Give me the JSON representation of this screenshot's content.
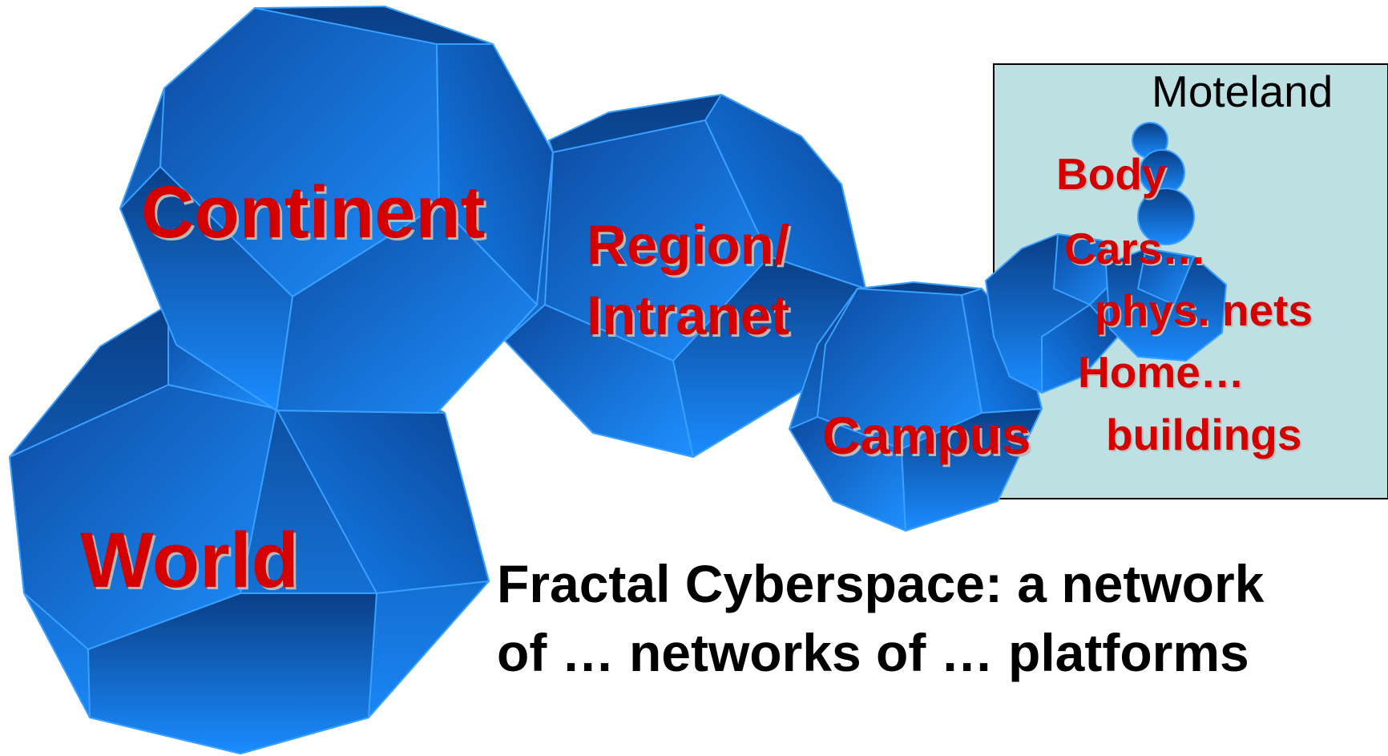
{
  "colors": {
    "polyhedron_dark": "#0a3e86",
    "polyhedron_light": "#1486ff",
    "polyhedron_edge": "#3aa0ff",
    "label_red": "#d40000",
    "moteland_fill": "#bde0e3",
    "text_black": "#000000"
  },
  "labels": {
    "world": "World",
    "continent": "Continent",
    "region_line1": "Region/",
    "region_line2": "Intranet",
    "campus": "Campus"
  },
  "moteland": {
    "title": "Moteland",
    "items": [
      "Body",
      "Cars…",
      "phys. nets",
      "Home…",
      "buildings"
    ]
  },
  "caption": {
    "line1": "Fractal Cyberspace: a  network",
    "line2": "of … networks of …  platforms"
  }
}
